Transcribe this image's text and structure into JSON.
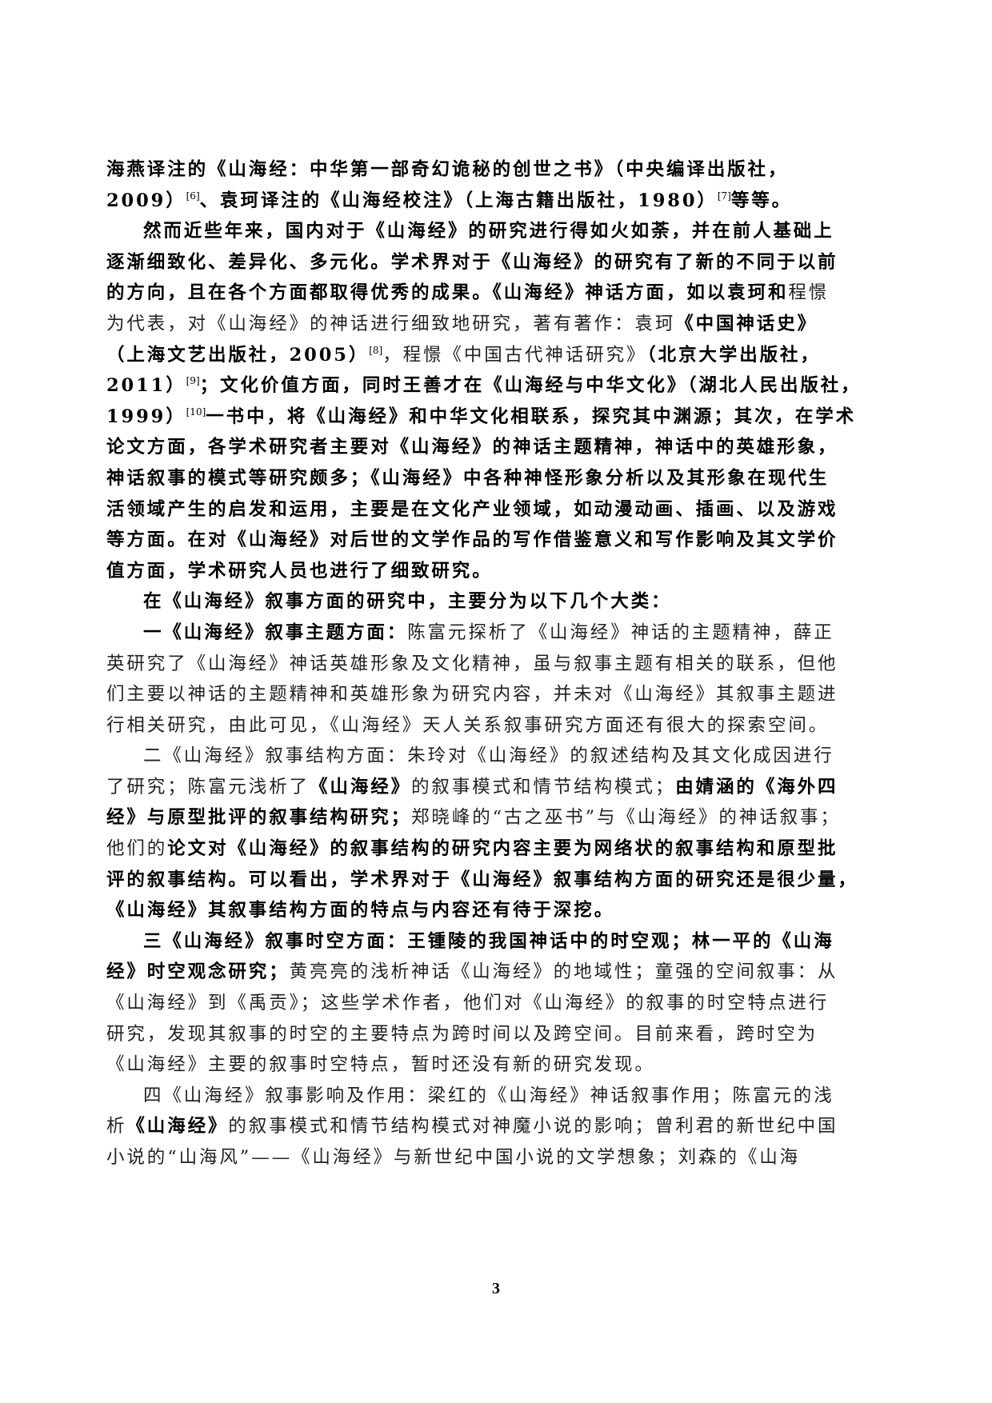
{
  "document": {
    "page_number": "3",
    "lines": [
      {
        "indent": false,
        "segments": [
          {
            "t": "海燕译注的《山海经：中华第一部奇幻诡秘的创世之书》（中央编译出版社，",
            "w": "b"
          }
        ]
      },
      {
        "indent": false,
        "segments": [
          {
            "t": "2009）",
            "w": "b"
          },
          {
            "sup": "[6]"
          },
          {
            "t": "、袁珂译注的《山海经校注》（上海古籍出版社，1980）",
            "w": "b"
          },
          {
            "sup": "[7]"
          },
          {
            "t": "等等。",
            "w": "b"
          }
        ]
      },
      {
        "indent": true,
        "segments": [
          {
            "t": "然而近些年来，国内对于《山海经》的研究进行得如火如荼，并在前人基础上",
            "w": "b"
          }
        ]
      },
      {
        "indent": false,
        "segments": [
          {
            "t": "逐渐细致化、差异化、多元化。学术界对于《山海经》的研究有了新的不同于以前",
            "w": "b"
          }
        ]
      },
      {
        "indent": false,
        "segments": [
          {
            "t": "的方向，且在各个方面都取得优秀的成果。《山海经》神话方面，如以袁珂和",
            "w": "b"
          },
          {
            "t": "程憬",
            "w": "n"
          }
        ]
      },
      {
        "indent": false,
        "segments": [
          {
            "t": "为代表，对《山海经》的神话进行细致地研究，著有著作：袁珂",
            "w": "n"
          },
          {
            "t": "《中国神话史》",
            "w": "b"
          }
        ]
      },
      {
        "indent": false,
        "segments": [
          {
            "t": "（上海文艺出版社，2005）",
            "w": "b"
          },
          {
            "sup": "[8]"
          },
          {
            "t": "，程憬《中国古代神话研究》",
            "w": "n"
          },
          {
            "t": "（北京大学出版社，",
            "w": "b"
          }
        ]
      },
      {
        "indent": false,
        "segments": [
          {
            "t": "2011）",
            "w": "b"
          },
          {
            "sup": "[9]"
          },
          {
            "t": "；文化价值方面，同时王善才在《山海经与中华文化》（湖北人民出版社，",
            "w": "b"
          }
        ]
      },
      {
        "indent": false,
        "segments": [
          {
            "t": "1999）",
            "w": "b"
          },
          {
            "sup": "[10]"
          },
          {
            "t": "一书中，将《山海经》和中华文化相联系，探究其中渊源；其次，在学术",
            "w": "b"
          }
        ]
      },
      {
        "indent": false,
        "segments": [
          {
            "t": "论文方面，各学术研究者主要对《山海经》的神话主题精神，神话中的英雄形象，",
            "w": "b"
          }
        ]
      },
      {
        "indent": false,
        "segments": [
          {
            "t": "神话叙事的模式等研究颇多；《山海经》中各种神怪形象分析以及其形象在现代生",
            "w": "b"
          }
        ]
      },
      {
        "indent": false,
        "segments": [
          {
            "t": "活领域产生的启发和运用，主要是在文化产业领域，如动漫动画、插画、以及游戏",
            "w": "b"
          }
        ]
      },
      {
        "indent": false,
        "segments": [
          {
            "t": "等方面。在对《山海经》对后世的文学作品的写作借鉴意义和写作影响及其文学价",
            "w": "b"
          }
        ]
      },
      {
        "indent": false,
        "segments": [
          {
            "t": "值方面，学术研究人员也进行了细致研究。",
            "w": "b"
          }
        ]
      },
      {
        "indent": true,
        "segments": [
          {
            "t": "在《山海经》叙事方面的研究中，主要分为以下几个大类：",
            "w": "b"
          }
        ]
      },
      {
        "indent": true,
        "segments": [
          {
            "t": "一《山海经》叙事主题方面：",
            "w": "b"
          },
          {
            "t": "陈富元探析了《山海经》神话的主题精神，薛正",
            "w": "n"
          }
        ]
      },
      {
        "indent": false,
        "segments": [
          {
            "t": "英研究了《山海经》神话英雄形象及文化精神，虽与叙事主题有相关的联系，但他",
            "w": "n"
          }
        ]
      },
      {
        "indent": false,
        "segments": [
          {
            "t": "们主要以神话的主题精神和英雄形象为研究内容，并未对《山海经》其叙事主题进",
            "w": "n"
          }
        ]
      },
      {
        "indent": false,
        "segments": [
          {
            "t": "行相关研究，由此可见，《山海经》天人关系叙事研究方面还有很大的探索空间。",
            "w": "n"
          }
        ]
      },
      {
        "indent": true,
        "segments": [
          {
            "t": "二《山海经》叙事结构方面：朱玲对《山海经》的叙述结构及其文化成因进行",
            "w": "n"
          }
        ]
      },
      {
        "indent": false,
        "segments": [
          {
            "t": "了研究；陈富元浅析了",
            "w": "n"
          },
          {
            "t": "《山海经》",
            "w": "b"
          },
          {
            "t": "的叙事模式和情节结构模式；",
            "w": "n"
          },
          {
            "t": "由婧涵的《海外四",
            "w": "b"
          }
        ]
      },
      {
        "indent": false,
        "segments": [
          {
            "t": "经》与原型批评的叙事结构研究；",
            "w": "b"
          },
          {
            "t": "郑晓峰的“古之巫书”与《山海经》的神话叙事；",
            "w": "n"
          }
        ]
      },
      {
        "indent": false,
        "segments": [
          {
            "t": "他们的",
            "w": "n"
          },
          {
            "t": "论文对《山海经》的叙事结构的研究内容主要为网络状的叙事结构和原型批",
            "w": "b"
          }
        ]
      },
      {
        "indent": false,
        "segments": [
          {
            "t": "评的叙事结构。可以看出，学术界对于《山海经》叙事结构方面的研究还是很少量，",
            "w": "b"
          }
        ]
      },
      {
        "indent": false,
        "segments": [
          {
            "t": "《山海经》其叙事结构方面的特点与内容还有待于深挖。",
            "w": "b"
          }
        ]
      },
      {
        "indent": true,
        "segments": [
          {
            "t": "三《山海经》叙事时空方面：王锺陵的我国神话中的时空观；林一平的《山海",
            "w": "b"
          }
        ]
      },
      {
        "indent": false,
        "segments": [
          {
            "t": "经》时空观念研究；",
            "w": "b"
          },
          {
            "t": "黄亮亮的浅析神话《山海经》的地域性；童强的空间叙事：从",
            "w": "n"
          }
        ]
      },
      {
        "indent": false,
        "segments": [
          {
            "t": "《山海经》到《禹贡》；这些学术作者，他们对《山海经》的叙事的时空特点进行",
            "w": "n"
          }
        ]
      },
      {
        "indent": false,
        "segments": [
          {
            "t": "研究，发现其叙事的时空的主要特点为跨时间以及跨空间。目前来看，跨时空为",
            "w": "n"
          }
        ]
      },
      {
        "indent": false,
        "segments": [
          {
            "t": "《山海经》主要的叙事时空特点，暂时还没有新的研究发现。",
            "w": "n"
          }
        ]
      },
      {
        "indent": true,
        "segments": [
          {
            "t": "四《山海经》叙事影响及作用：梁红的《山海经》神话叙事作用；陈富元的浅",
            "w": "n"
          }
        ]
      },
      {
        "indent": false,
        "segments": [
          {
            "t": "析",
            "w": "n"
          },
          {
            "t": "《山海经》",
            "w": "b"
          },
          {
            "t": "的叙事模式和情节结构模式对神魔小说的影响；曾利君的新世纪中国",
            "w": "n"
          }
        ]
      },
      {
        "indent": false,
        "segments": [
          {
            "t": "小说的“山海风”——《山海经》与新世纪中国小说的文学想象；刘森的《山海",
            "w": "n"
          }
        ]
      }
    ]
  }
}
